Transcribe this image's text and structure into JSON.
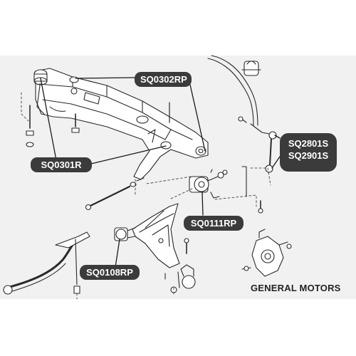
{
  "brand": "GENERAL MOTORS",
  "part_labels": {
    "upper_right": "SQ0302RP",
    "left": "SQ0301R",
    "right_top": "SQ2801S",
    "right_bottom": "SQ2901S",
    "middle": "SQ0111RP",
    "lower_left": "SQ0108RP"
  },
  "colors": {
    "label_bg": "#3b3b3b",
    "label_text": "#ffffff",
    "line": "#2a2a2a",
    "panel": "#f1f1f1"
  }
}
